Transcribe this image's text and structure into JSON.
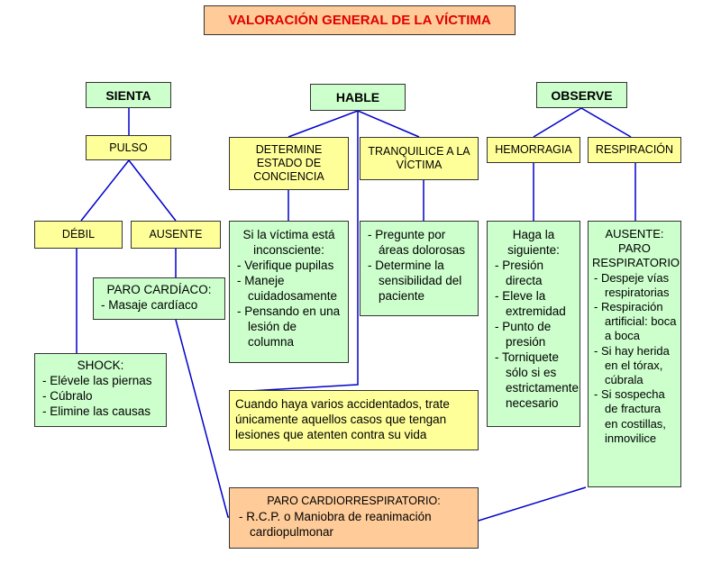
{
  "title": "VALORACIÓN GENERAL DE LA VÍCTIMA",
  "headers": {
    "sienta": "SIENTA",
    "hable": "HABLE",
    "observe": "OBSERVE"
  },
  "pulso": "PULSO",
  "debil": "DÉBIL",
  "ausente": "AUSENTE",
  "paro_cardiaco": {
    "heading": "PARO CARDÍACO:",
    "items": [
      "- Masaje cardíaco"
    ]
  },
  "shock": {
    "heading": "SHOCK:",
    "items": [
      "- Elévele las piernas",
      "- Cúbralo",
      "- Elimine las causas"
    ]
  },
  "determine": "DETERMINE ESTADO DE CONCIENCIA",
  "tranquilice": "TRANQUILICE A LA VÍCTIMA",
  "inconsciente": {
    "heading": "Si la víctima está inconsciente:",
    "items": [
      "- Verifique pupilas",
      "- Maneje cuidadosamente",
      "- Pensando en una lesión de columna"
    ]
  },
  "pregunte": {
    "items": [
      "- Pregunte por áreas dolorosas",
      "- Determine la sensibilidad del paciente"
    ]
  },
  "varios": "Cuando haya varios accidentados, trate únicamente aquellos casos que tengan lesiones que atenten contra su vida",
  "hemorragia": "HEMORRAGIA",
  "respiracion": "RESPIRACIÓN",
  "haga": {
    "heading": "Haga la siguiente:",
    "items": [
      "- Presión directa",
      "- Eleve la extremidad",
      "- Punto de presión",
      "- Torniquete sólo si es estrictamente necesario"
    ]
  },
  "paro_resp": {
    "heading": "AUSENTE: PARO RESPIRATORIO",
    "items": [
      "- Despeje vías respiratorias",
      "- Respiración artificial: boca a boca",
      "- Si hay herida en el tórax, cúbrala",
      "- Si sospecha de fractura en costillas, inmovilice"
    ]
  },
  "cardio": {
    "heading": "PARO CARDIORRESPIRATORIO:",
    "items": [
      "- R.C.P. o Maniobra de reanimación cardiopulmonar"
    ]
  },
  "colors": {
    "green": "#ccffcc",
    "yellow": "#ffff99",
    "orange": "#ffcc99",
    "title_text": "#e00000",
    "line": "#0000cc"
  }
}
